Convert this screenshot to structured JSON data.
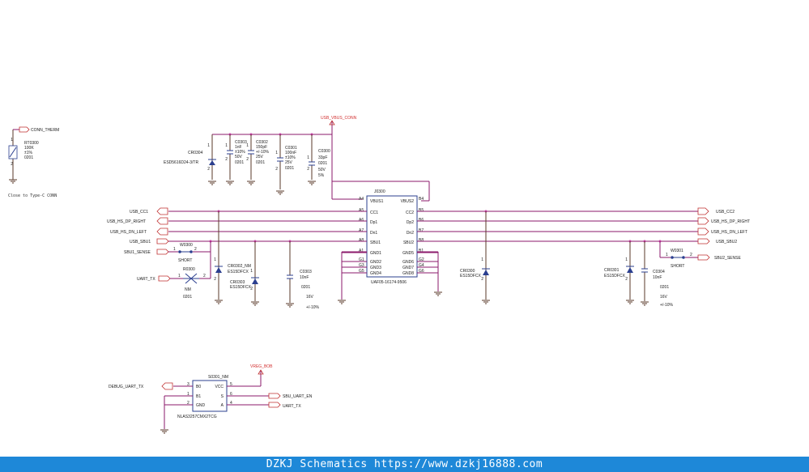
{
  "footer": "DZKJ Schematics https://www.dzkj16888.com",
  "power": {
    "vbus": "USB_VBUS_CONN",
    "vreg": "VREG_BOB"
  },
  "thermistor": {
    "net": "CONN_THERM",
    "ref": "RT0300",
    "value": "100K",
    "tol": "±1%",
    "pkg": "0201",
    "note": "Close to Type-C CONN"
  },
  "tvs_esd": {
    "ref": "CR0304",
    "part": "ESD5616D24-3/TR"
  },
  "caps_top": [
    {
      "ref": "C0303",
      "v1": "1nF",
      "v2": "±10%",
      "v3": "50V",
      "v4": "0201"
    },
    {
      "ref": "C0302",
      "v1": "150pF",
      "v2": "+/-10%",
      "v3": "25V",
      "v4": "0201"
    },
    {
      "ref": "C0301",
      "v1": "100nF",
      "v2": "±10%",
      "v3": "25V",
      "v4": "0201"
    },
    {
      "ref": "C0300",
      "v1": "33pF",
      "v2": "0201",
      "v3": "50V",
      "v4": "5%"
    }
  ],
  "connector": {
    "ref": "J0300",
    "part": "UAF05-16174-9506",
    "left_pins": [
      {
        "num": "A4",
        "name": "VBUS1"
      },
      {
        "num": "A5",
        "name": "CC1"
      },
      {
        "num": "A6",
        "name": "Dp1"
      },
      {
        "num": "A7",
        "name": "Dn1"
      },
      {
        "num": "A8",
        "name": "SBU1"
      },
      {
        "num": "A1",
        "name": "GND1"
      },
      {
        "num": "G1",
        "name": "GND2"
      },
      {
        "num": "G3",
        "name": "GND3"
      },
      {
        "num": "G5",
        "name": "GND4"
      }
    ],
    "right_pins": [
      {
        "num": "B4",
        "name": "VBUS2"
      },
      {
        "num": "B5",
        "name": "CC2"
      },
      {
        "num": "B6",
        "name": "Dp2"
      },
      {
        "num": "B7",
        "name": "Dn2"
      },
      {
        "num": "B8",
        "name": "SBU2"
      },
      {
        "num": "B1",
        "name": "GND5"
      },
      {
        "num": "G2",
        "name": "GND6"
      },
      {
        "num": "G4",
        "name": "GND7"
      },
      {
        "num": "G6",
        "name": "GND8"
      }
    ]
  },
  "left_nets": [
    "USB_CC1",
    "USB_HS_DP_RIGHT",
    "USB_HS_DN_LEFT",
    "USB_SBU1",
    "SBU1_SENSE",
    "UART_TX"
  ],
  "right_nets": [
    "USB_CC2",
    "USB_HS_DP_RIGHT",
    "USB_HS_DN_LEFT",
    "USB_SBU2",
    "SBU2_SENSE"
  ],
  "shorts": [
    {
      "ref": "W0300",
      "label": "SHORT",
      "p1": "1",
      "p2": "2"
    },
    {
      "ref": "W0301",
      "label": "SHORT",
      "p1": "1",
      "p2": "2"
    }
  ],
  "resistor_nm": {
    "ref": "R0300",
    "value": "NM",
    "pkg": "0201",
    "p1": "1",
    "p2": "2"
  },
  "diodes": [
    {
      "ref": "CR0302_NM",
      "part": "ES15DFCX"
    },
    {
      "ref": "CR0303",
      "part": "ES15DFCX"
    },
    {
      "ref": "CR0300",
      "part": "ES15DFCX"
    },
    {
      "ref": "CR0301",
      "part": "ES15DFCX"
    }
  ],
  "caps_sbu": [
    {
      "ref": "C0303",
      "v1": "10nF",
      "v2": "0201",
      "v3": "16V",
      "v4": "+/-10%"
    },
    {
      "ref": "C0304",
      "v1": "10nF",
      "v2": "0201",
      "v3": "16V",
      "v4": "+/-10%"
    }
  ],
  "switch": {
    "ref": "S0301_NM",
    "part": "NLAS3257CMX2TCG",
    "left_pins": [
      {
        "num": "3",
        "name": "B0"
      },
      {
        "num": "1",
        "name": "B1"
      },
      {
        "num": "2",
        "name": "GND"
      }
    ],
    "right_pins": [
      {
        "num": "5",
        "name": "VCC"
      },
      {
        "num": "6",
        "name": "S"
      },
      {
        "num": "4",
        "name": "A"
      }
    ],
    "in_net": "DEBUG_UART_TX",
    "out_nets": [
      "SBU_UART_EN",
      "UART_TX"
    ]
  },
  "pin_numbers": {
    "one": "1",
    "two": "2"
  }
}
